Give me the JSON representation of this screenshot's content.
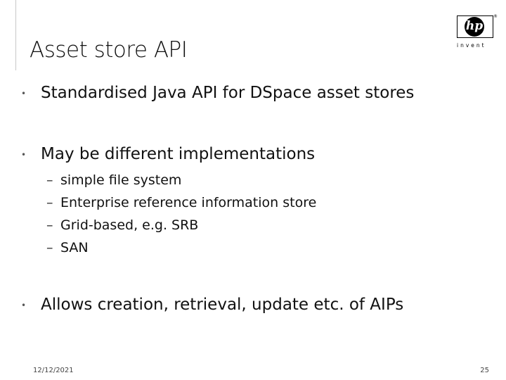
{
  "slide": {
    "title": "Asset store API",
    "bullets": [
      "Standardised Java API for DSpace asset stores",
      "May be different implementations",
      "Allows creation, retrieval, update etc. of AIPs"
    ],
    "sub_bullets": [
      "simple file system",
      "Enterprise reference information store",
      "Grid-based, e.g. SRB",
      "SAN"
    ],
    "bullet_marker": "•",
    "sub_marker": "–"
  },
  "logo": {
    "mark": "hp",
    "registered": "®",
    "tagline": "invent"
  },
  "footer": {
    "date": "12/12/2021",
    "page_number": "25"
  },
  "colors": {
    "background": "#ffffff",
    "text": "#111111",
    "rule": "#c8c8c8"
  }
}
